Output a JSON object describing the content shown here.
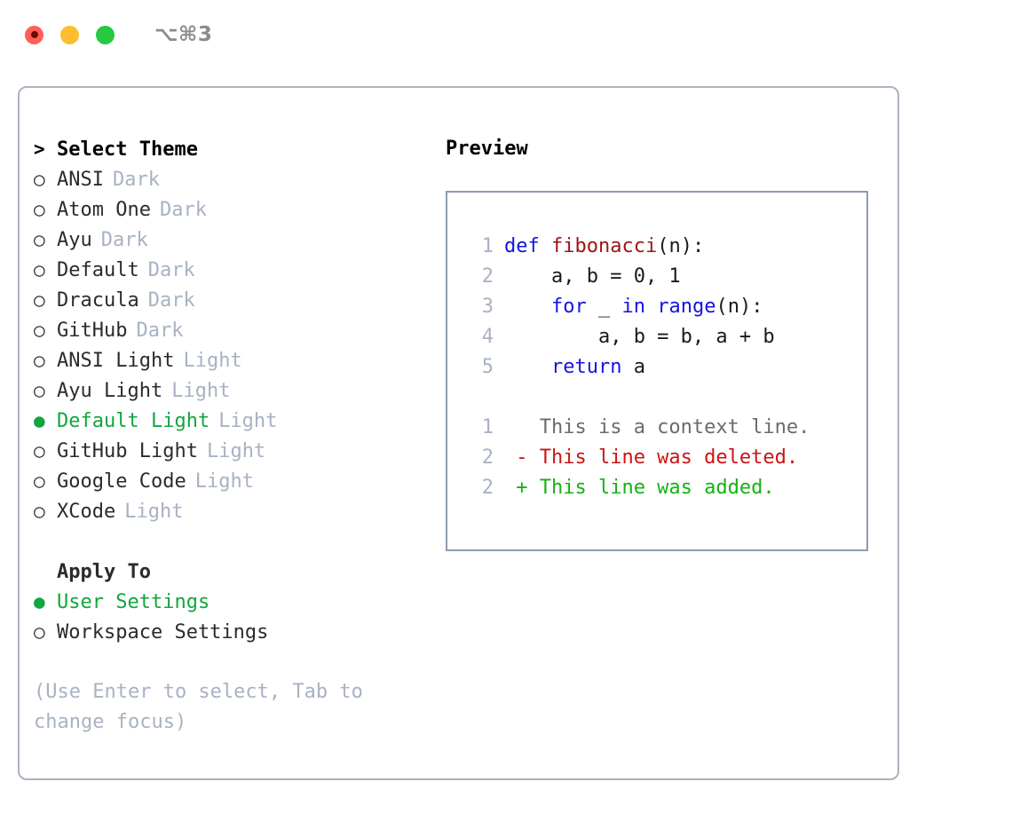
{
  "window": {
    "title": "⌥⌘3",
    "traffic_lights": [
      {
        "name": "close-button",
        "color": "#ff5f57"
      },
      {
        "name": "minimize-button",
        "color": "#febc2e"
      },
      {
        "name": "maximize-button",
        "color": "#28c840"
      }
    ]
  },
  "theme_list": {
    "header": {
      "prompt": ">",
      "label": "Select Theme"
    },
    "markers": {
      "selected": "●",
      "unselected": "○"
    },
    "items": [
      {
        "label": "ANSI",
        "tag": "Dark",
        "selected": false
      },
      {
        "label": "Atom One",
        "tag": "Dark",
        "selected": false
      },
      {
        "label": "Ayu",
        "tag": "Dark",
        "selected": false
      },
      {
        "label": "Default",
        "tag": "Dark",
        "selected": false
      },
      {
        "label": "Dracula",
        "tag": "Dark",
        "selected": false
      },
      {
        "label": "GitHub",
        "tag": "Dark",
        "selected": false
      },
      {
        "label": "ANSI Light",
        "tag": "Light",
        "selected": false
      },
      {
        "label": "Ayu Light",
        "tag": "Light",
        "selected": false
      },
      {
        "label": "Default Light",
        "tag": "Light",
        "selected": true
      },
      {
        "label": "GitHub Light",
        "tag": "Light",
        "selected": false
      },
      {
        "label": "Google Code",
        "tag": "Light",
        "selected": false
      },
      {
        "label": "XCode",
        "tag": "Light",
        "selected": false
      }
    ]
  },
  "apply_to": {
    "header": "Apply To",
    "options": [
      {
        "label": "User Settings",
        "selected": true
      },
      {
        "label": "Workspace Settings",
        "selected": false
      }
    ]
  },
  "hint": "(Use Enter to select, Tab to change focus)",
  "preview": {
    "title": "Preview",
    "code_lines": [
      {
        "num": "1",
        "segments": [
          {
            "text": "def ",
            "style": "kw"
          },
          {
            "text": "fibonacci",
            "style": "fn"
          },
          {
            "text": "(n):",
            "style": "plain"
          }
        ]
      },
      {
        "num": "2",
        "segments": [
          {
            "text": "    a, b = 0, 1",
            "style": "plain"
          }
        ]
      },
      {
        "num": "3",
        "segments": [
          {
            "text": "    ",
            "style": "plain"
          },
          {
            "text": "for",
            "style": "kw"
          },
          {
            "text": " _ ",
            "style": "plain"
          },
          {
            "text": "in range",
            "style": "kw"
          },
          {
            "text": "(n):",
            "style": "plain"
          }
        ]
      },
      {
        "num": "4",
        "segments": [
          {
            "text": "        a, b = b, a + b",
            "style": "plain"
          }
        ]
      },
      {
        "num": "5",
        "segments": [
          {
            "text": "    ",
            "style": "plain"
          },
          {
            "text": "return",
            "style": "kw"
          },
          {
            "text": " a",
            "style": "plain"
          }
        ]
      }
    ],
    "diff_lines": [
      {
        "num": "1",
        "sign": " ",
        "text": "This is a context line.",
        "style": "ctx"
      },
      {
        "num": "2",
        "sign": "-",
        "text": "This line was deleted.",
        "style": "del"
      },
      {
        "num": "2",
        "sign": "+",
        "text": "This line was added.",
        "style": "add"
      }
    ]
  },
  "colors": {
    "selected_green": "#12a63f",
    "tag_gray": "#a8b2c4",
    "keyword_blue": "#1414e0",
    "function_red": "#9c1414",
    "diff_deleted": "#cc1414",
    "diff_added": "#11b411",
    "panel_border": "#aab3c0",
    "preview_border": "#8e9bb0"
  }
}
